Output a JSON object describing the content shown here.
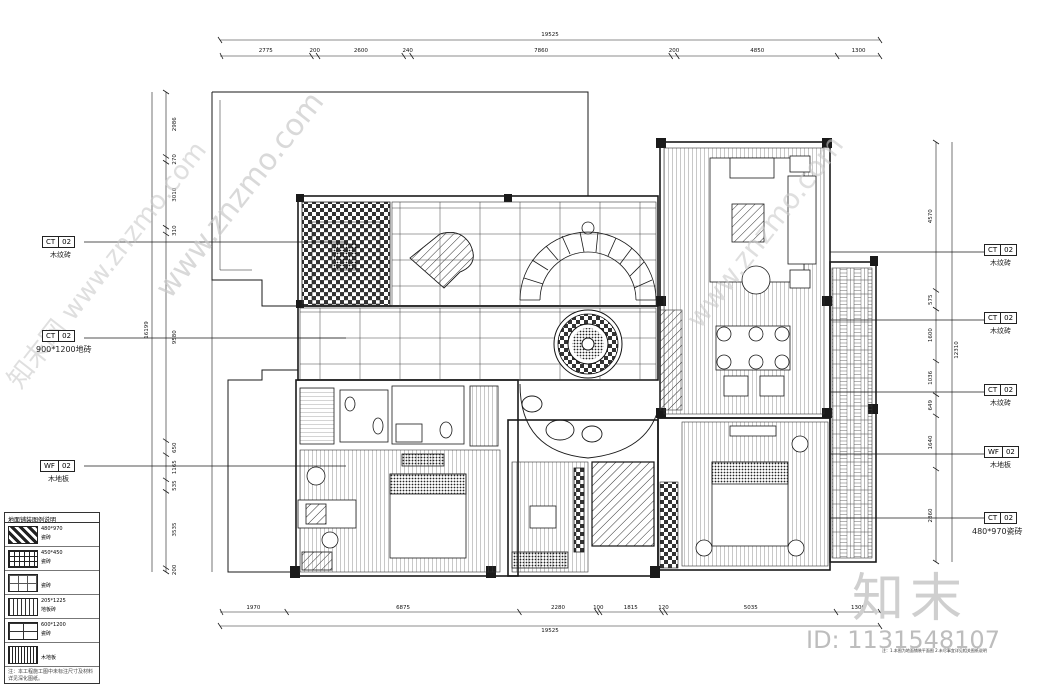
{
  "dimensions": {
    "top_total": "19525",
    "top_segments": [
      "2775",
      "200",
      "2600",
      "240",
      "7860",
      "200",
      "4850",
      "1300"
    ],
    "bottom_total": "19525",
    "bottom_segments": [
      "1970",
      "6875",
      "2280",
      "100",
      "1815",
      "120",
      "5035",
      "1300"
    ],
    "left_total": "16199",
    "left_segments": [
      "2986",
      "270",
      "3010",
      "310",
      "9580",
      "650",
      "1165",
      "535",
      "3535",
      "200"
    ],
    "right_total": "12310",
    "right_segments": [
      "4570",
      "575",
      "1600",
      "1036",
      "649",
      "1640",
      "2860"
    ]
  },
  "callouts_left": [
    {
      "code": "CT",
      "num": "02",
      "caption": "木纹砖"
    },
    {
      "code": "CT",
      "num": "02",
      "caption": "900*1200地砖"
    },
    {
      "code": "WF",
      "num": "02",
      "caption": "木地板"
    }
  ],
  "callouts_right": [
    {
      "code": "CT",
      "num": "02",
      "caption": "木纹砖"
    },
    {
      "code": "CT",
      "num": "02",
      "caption": "木纹砖"
    },
    {
      "code": "CT",
      "num": "02",
      "caption": "木纹砖"
    },
    {
      "code": "WF",
      "num": "02",
      "caption": "木地板"
    },
    {
      "code": "CT",
      "num": "02",
      "caption": "480*970瓷砖"
    }
  ],
  "legend": {
    "title": "地面铺装图例说明",
    "rows": [
      {
        "size": "480*970",
        "material": "瓷砖"
      },
      {
        "size": "450*450",
        "material": "瓷砖"
      },
      {
        "size": "",
        "material": "瓷砖"
      },
      {
        "size": "205*1225",
        "material": "地板砖"
      },
      {
        "size": "600*1200",
        "material": "瓷砖"
      },
      {
        "size": "",
        "material": "木地板"
      }
    ],
    "note": "注：本工程施工图中未标注尺寸及材料详见深化图纸。"
  },
  "watermarks": {
    "diagonal_1": "www.znzmo.com",
    "diagonal_2": "知末网 www.znzmo.com",
    "brand": "知末",
    "id_text": "ID: 1131548107"
  },
  "notes_text": "注：1.本图为地面铺装平面图 2.未尽事宜详见相关图纸说明",
  "colors": {
    "line": "#1a1a1a",
    "hatch": "#333333",
    "watermark": "#cfcfcf"
  }
}
